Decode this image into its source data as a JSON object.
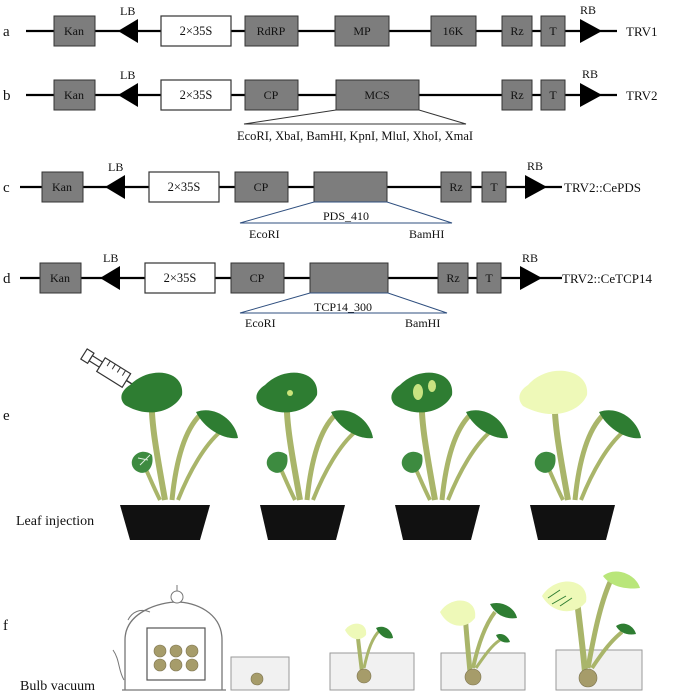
{
  "panel_letters": [
    "a",
    "b",
    "c",
    "d",
    "e",
    "f"
  ],
  "labels": {
    "kan": "Kan",
    "lb": "LB",
    "rb": "RB",
    "p35s": "2×35S",
    "rdrp": "RdRP",
    "mp": "MP",
    "k16": "16K",
    "rz": "Rz",
    "t": "T",
    "cp": "CP",
    "mcs": "MCS"
  },
  "constructs": {
    "a_name": "TRV1",
    "b_name": "TRV2",
    "c_name": "TRV2::CePDS",
    "d_name": "TRV2::CeTCP14"
  },
  "mcs_sites": "EcoRI, XbaI, BamHI, KpnI, MluI, XhoI, XmaI",
  "pds_insert": "PDS_410",
  "tcp_insert": "TCP14_300",
  "ecori": "EcoRI",
  "bamhi": "BamHI",
  "leaf_injection": "Leaf injection",
  "bulb_vacuum": "Bulb vacuum",
  "colors": {
    "gray_box": "#7d7d7d",
    "leaf_dark": "#2e7d32",
    "leaf_silenced": "#eef9b8",
    "stem": "#a9b56a",
    "pot": "#111111"
  }
}
